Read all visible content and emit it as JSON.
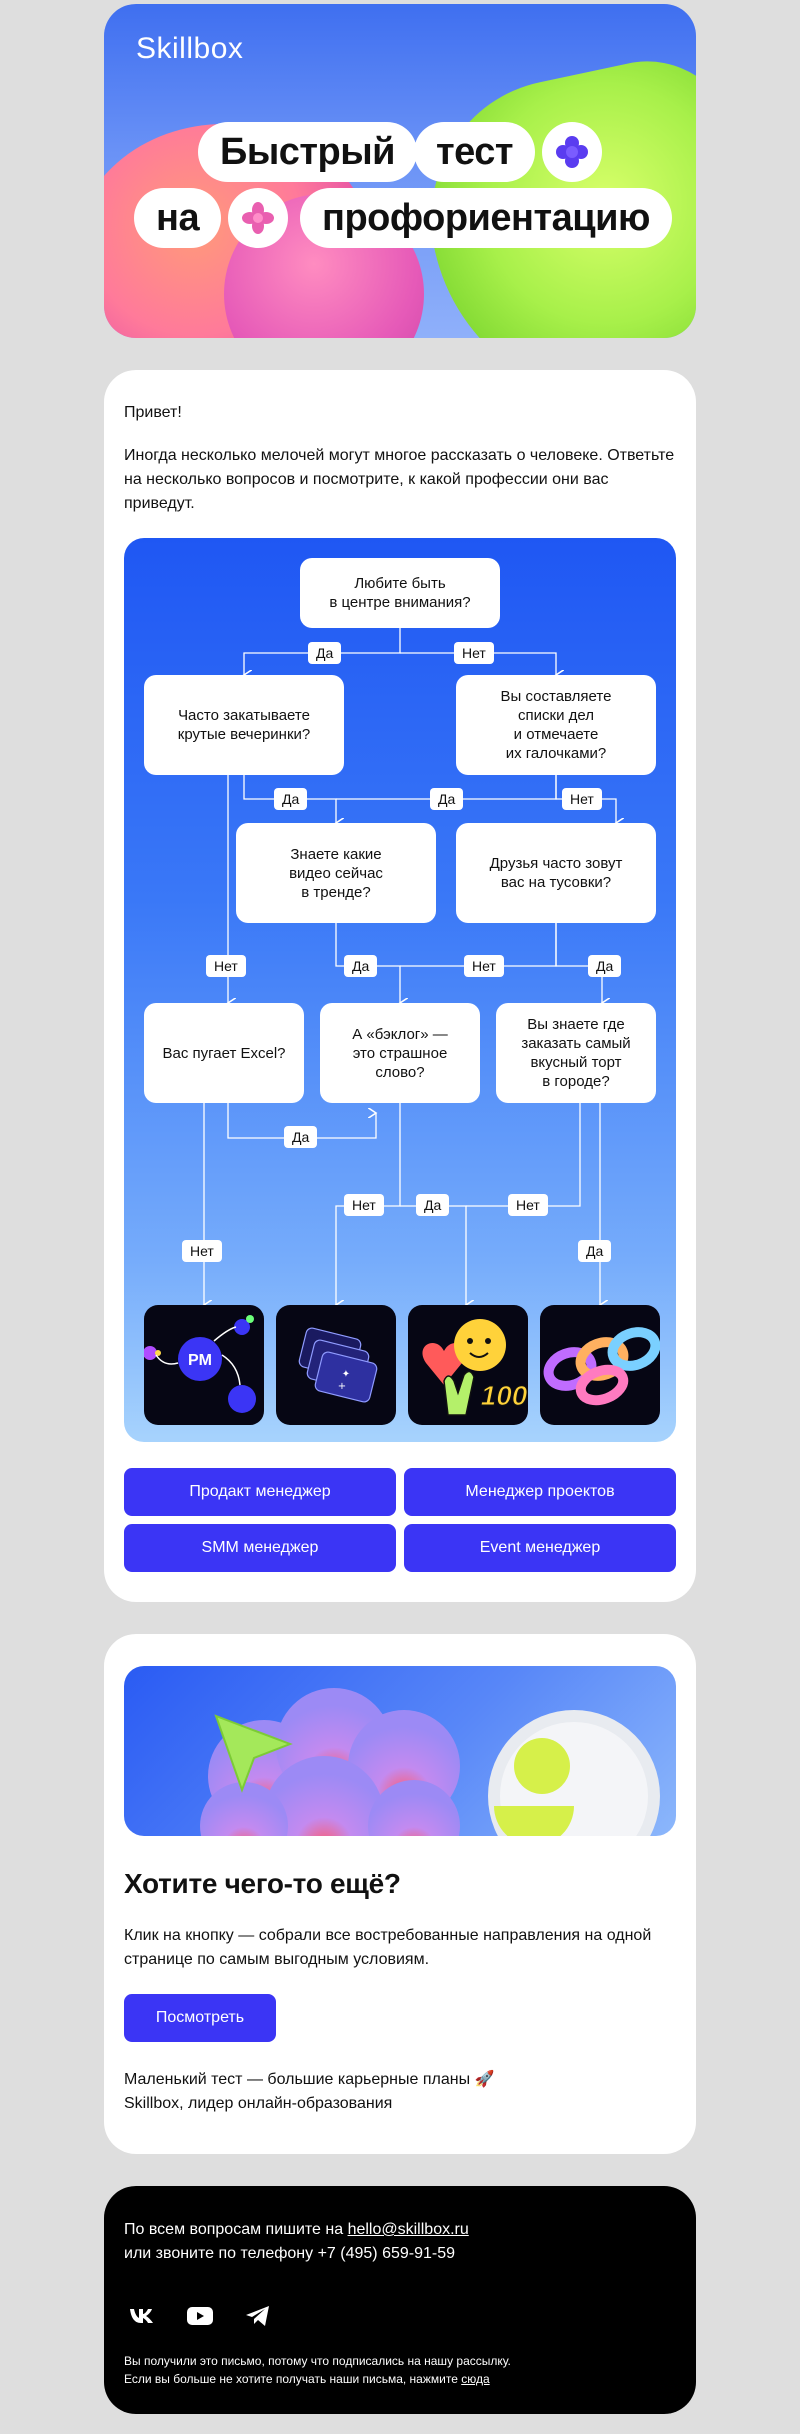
{
  "hero": {
    "logo": "Skillbox",
    "line1_word1": "Быстрый",
    "line1_word2": "тест",
    "line2_word1": "на",
    "line2_word2": "профориентацию"
  },
  "main": {
    "greeting": "Привет!",
    "intro": "Иногда несколько мелочей могут многое рассказать о человеке. Ответьте на несколько вопросов и посмотрите, к какой профессии они вас приведут.",
    "flow": {
      "q1": "Любите быть\nв центре внимания?",
      "q2": "Часто закатываете\nкрутые вечеринки?",
      "q3": "Вы составляете\nсписки дел\nи отмечаете\nих галочками?",
      "q4": "Знаете какие\nвидео сейчас\nв тренде?",
      "q5": "Друзья часто зовут\nвас на тусовки?",
      "q6": "Вас пугает Excel?",
      "q7": "А «бэклог» —\nэто страшное\nслово?",
      "q8": "Вы знаете где\nзаказать самый\nвкусный торт\nв городе?",
      "yes": "Да",
      "no": "Нет",
      "pm_badge": "PM"
    },
    "buttons": [
      "Продакт менеджер",
      "Менеджер проектов",
      "SMM менеджер",
      "Event менеджер"
    ]
  },
  "promo": {
    "title": "Хотите чего-то ещё?",
    "description": "Клик на кнопку — собрали все востребованные направления на одной странице по самым выгодным условиям.",
    "button": "Посмотреть",
    "sign_line1": "Маленький тест — большие карьерные планы 🚀",
    "sign_line2": "Skillbox, лидер онлайн-образования"
  },
  "footer": {
    "contact_prefix": "По всем вопросам пишите на ",
    "email": "hello@skillbox.ru",
    "phone_line": "или звоните по телефону +7 (495) 659-91-59",
    "social_icons": [
      "vk-icon",
      "youtube-icon",
      "telegram-icon"
    ],
    "legal_line1": "Вы получили это письмо, потому что подписались на нашу рассылку.",
    "legal_line2_prefix": "Если вы больше не хотите получать наши письма, нажмите ",
    "unsubscribe": "сюда"
  },
  "colors": {
    "accent": "#3b35f5",
    "background": "#dedede",
    "flow_top": "#1f57f3",
    "flow_bottom": "#a7d3fd"
  }
}
